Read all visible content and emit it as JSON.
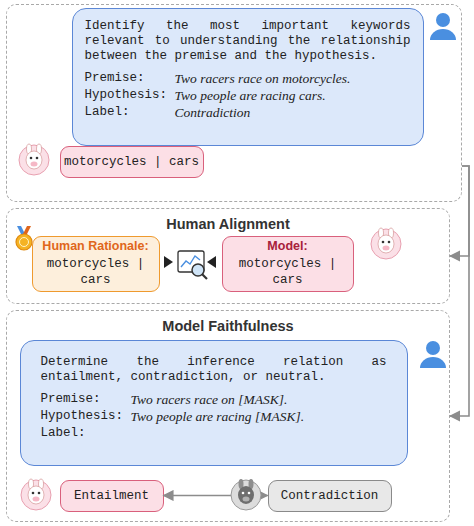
{
  "diagram": {
    "nodes": [
      {
        "text": []
      },
      {
        "text": [
          "Identify the most important keywords relevant to understanding the relationship between the premise and the hypothesis.",
          "Premise:",
          "Two racers race on motorcycles.",
          "Hypothesis:",
          "Two people are racing cars.",
          "Label:",
          "Contradiction"
        ],
        "in": 0
      },
      {
        "text": [
          "motorcycles | cars"
        ],
        "in": 0
      },
      {
        "text": [
          "Human Alignment"
        ]
      },
      {
        "text": [
          "Human Rationale:",
          "motorcycles | cars"
        ],
        "in": 3
      },
      {
        "text": [
          "Model:",
          "motorcycles | cars"
        ],
        "in": 3
      },
      {
        "text": [
          "Model Faithfulness"
        ]
      },
      {
        "text": [
          "Determine the inference relation as entailment, contradiction, or neutral.",
          "Premise:",
          "Two racers race on [MASK].",
          "Hypothesis:",
          "Two people are racing [MASK].",
          "Label:"
        ],
        "in": 6
      },
      {
        "text": [
          "Entailment"
        ],
        "in": 6
      },
      {
        "text": [
          "Contradiction"
        ],
        "in": 6
      }
    ],
    "edges": [
      {
        "from": 0,
        "to": 3,
        "arrow": "to"
      },
      {
        "from": 0,
        "to": 6,
        "arrow": "to"
      },
      {
        "from": 8,
        "to": 9,
        "arrow": "both"
      }
    ]
  }
}
